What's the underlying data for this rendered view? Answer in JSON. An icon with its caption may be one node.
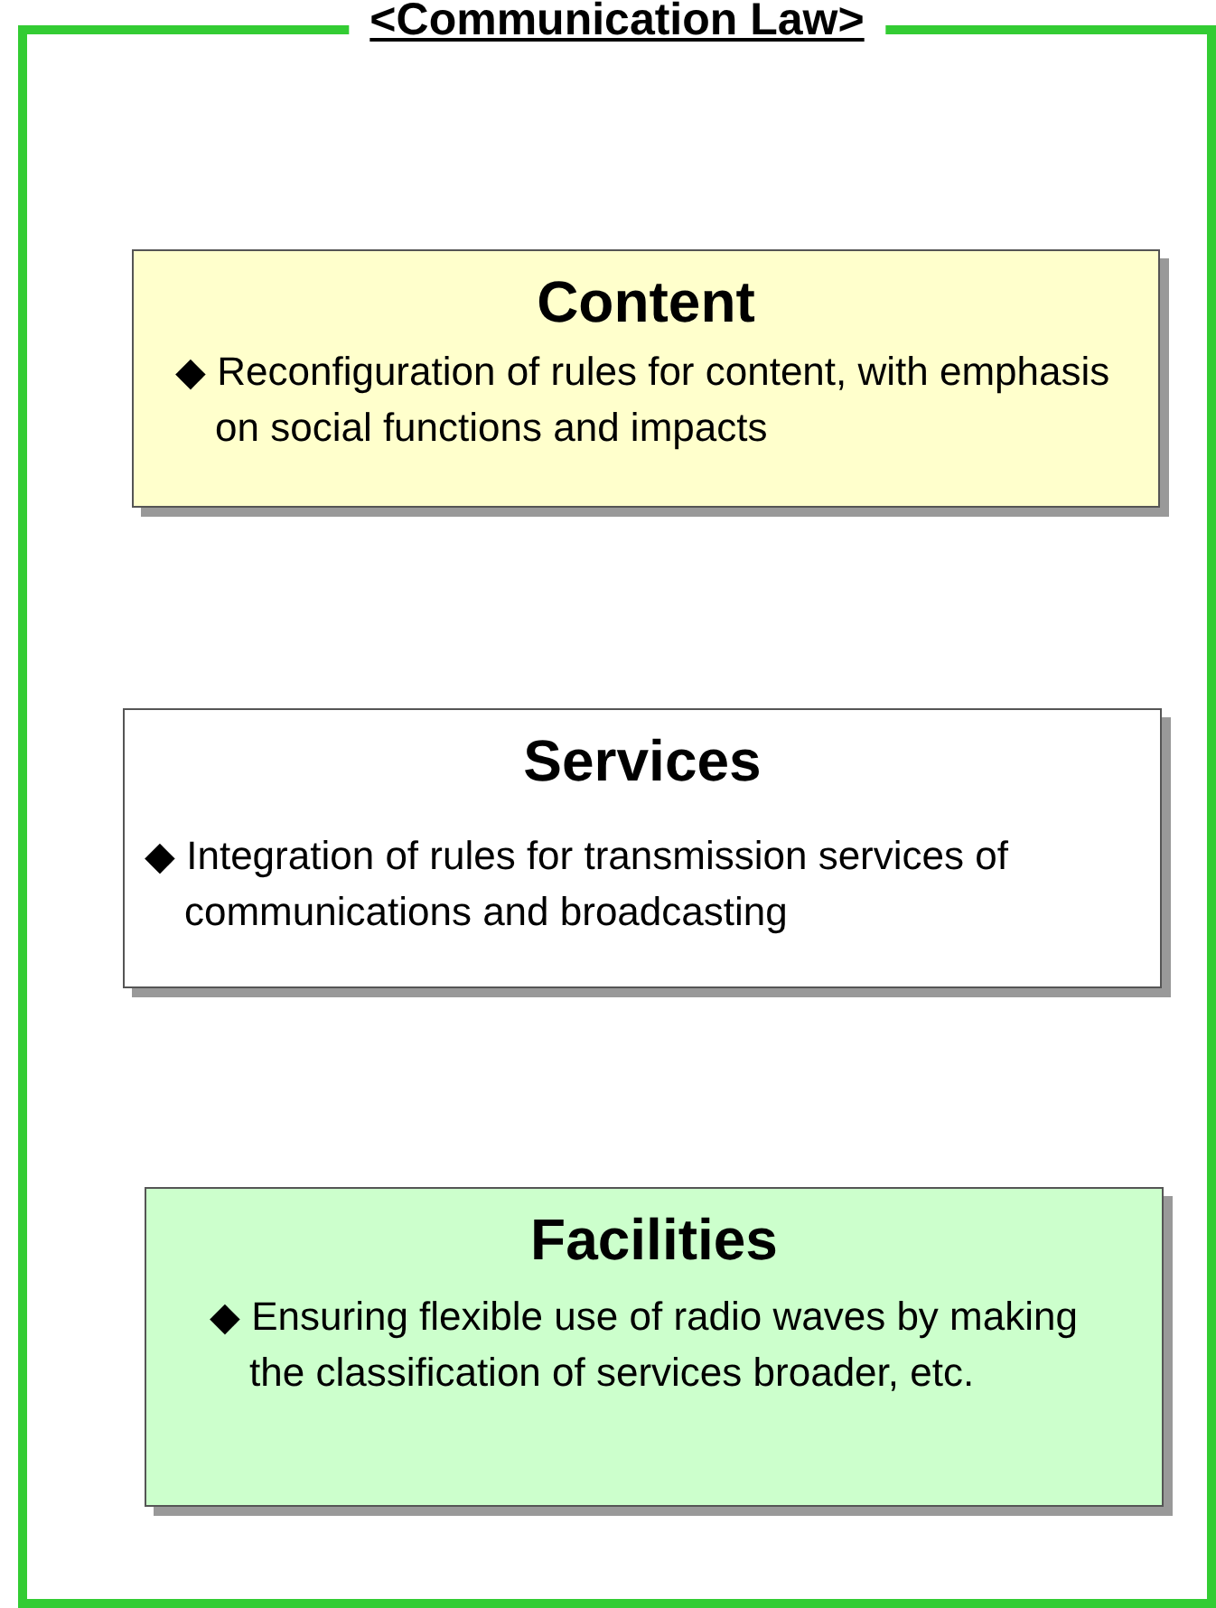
{
  "diagram": {
    "nodes": [
      {
        "text": [
          "<Communication Law>"
        ]
      },
      {
        "text": [
          "Content",
          "◆ Reconfiguration of rules for content, with emphasis on social functions and impacts"
        ],
        "in": 0
      },
      {
        "text": [
          "Services",
          "◆ Integration of rules for transmission services of communications and broadcasting"
        ],
        "in": 0
      },
      {
        "text": [
          "Facilities",
          "◆ Ensuring flexible use of radio waves by making the classification of services broader, etc."
        ],
        "in": 0
      }
    ]
  }
}
